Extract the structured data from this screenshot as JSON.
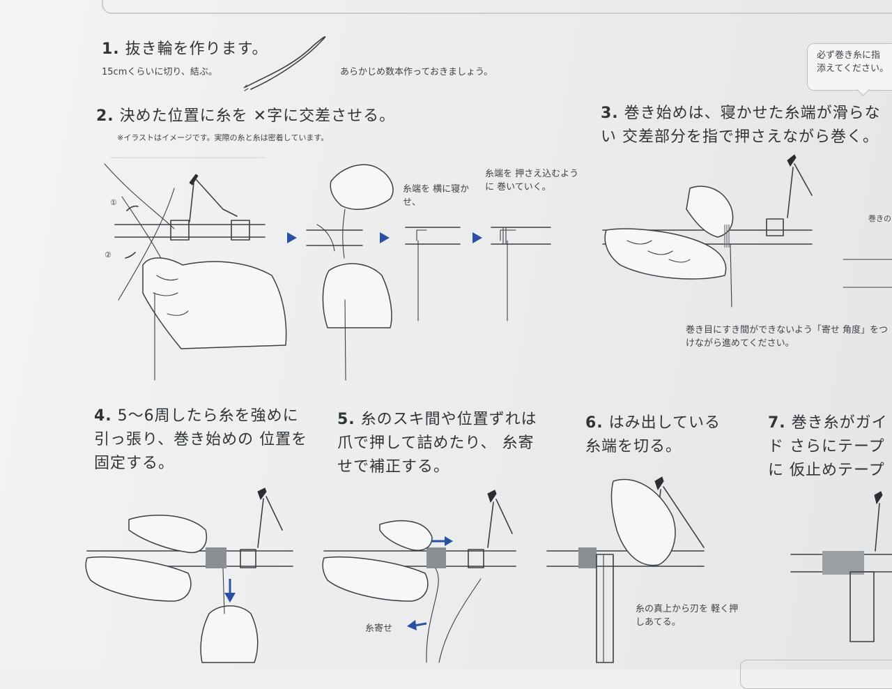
{
  "steps": {
    "s1": {
      "num": "1.",
      "title": "抜き輪を作ります。",
      "note_left": "15cmくらいに切り、結ぶ。",
      "note_right": "あらかじめ数本作っておきましょう。"
    },
    "s2": {
      "num": "2.",
      "title": "決めた位置に糸を ✕字に交差させる。",
      "note": "※イラストはイメージです。実際の糸と糸は密着しています。",
      "mark1": "①",
      "mark2": "②",
      "label_a": "糸端を 横に寝かせ、",
      "label_b": "糸端を 押さえ込むように 巻いていく。"
    },
    "s3": {
      "num": "3.",
      "title": "巻き始めは、寝かせた糸端が滑らない 交差部分を指で押さえながら巻く。",
      "note": "巻き目にすき間ができないよう「寄せ 角度」をつけながら進めてください。",
      "side_label": "巻きの"
    },
    "s4": {
      "num": "4.",
      "title": "5〜6周したら糸を強めに 引っ張り、巻き始めの 位置を固定する。"
    },
    "s5": {
      "num": "5.",
      "title": "糸のスキ間や位置ずれは 爪で押して詰めたり、 糸寄せで補正する。",
      "label": "糸寄せ"
    },
    "s6": {
      "num": "6.",
      "title": "はみ出している 糸端を切る。",
      "note": "糸の真上から刃を 軽く押しあてる。"
    },
    "s7": {
      "num": "7.",
      "title": "巻き糸がガイド さらにテープに 仮止めテープを"
    }
  },
  "bubble": {
    "text": "必ず巻き糸に指 添えてください。"
  },
  "colors": {
    "accent": "#2a4fa3",
    "ink": "#3a3f44"
  }
}
